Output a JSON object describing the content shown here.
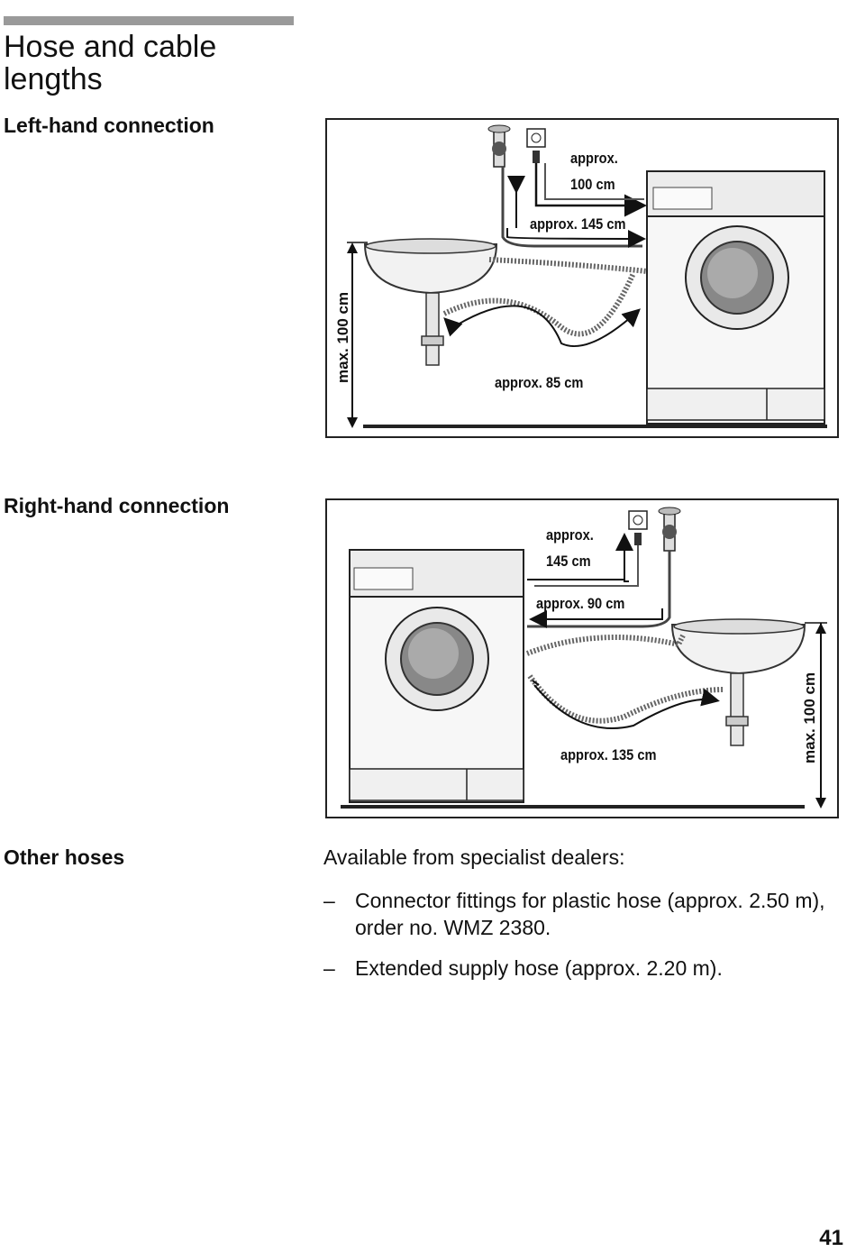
{
  "header": {
    "title": "Hose and cable lengths"
  },
  "left_hand": {
    "heading": "Left-hand connection",
    "labels": {
      "power": "approx.\n100 cm",
      "supply": "approx. 145 cm",
      "drain": "approx. 85 cm",
      "height": "max. 100 cm"
    }
  },
  "right_hand": {
    "heading": "Right-hand connection",
    "labels": {
      "power": "approx.\n145 cm",
      "supply": "approx. 90 cm",
      "drain": "approx. 135 cm",
      "height": "max. 100 cm"
    }
  },
  "other_hoses": {
    "heading": "Other hoses",
    "intro": "Available from specialist dealers:",
    "items": [
      {
        "marker": "–",
        "text": "Connector fittings for plastic hose (approx. 2.50 m), order no. WMZ 2380."
      },
      {
        "marker": "–",
        "text": "Extended supply hose (approx. 2.20 m)."
      }
    ]
  },
  "footer": {
    "page_number": "41"
  }
}
